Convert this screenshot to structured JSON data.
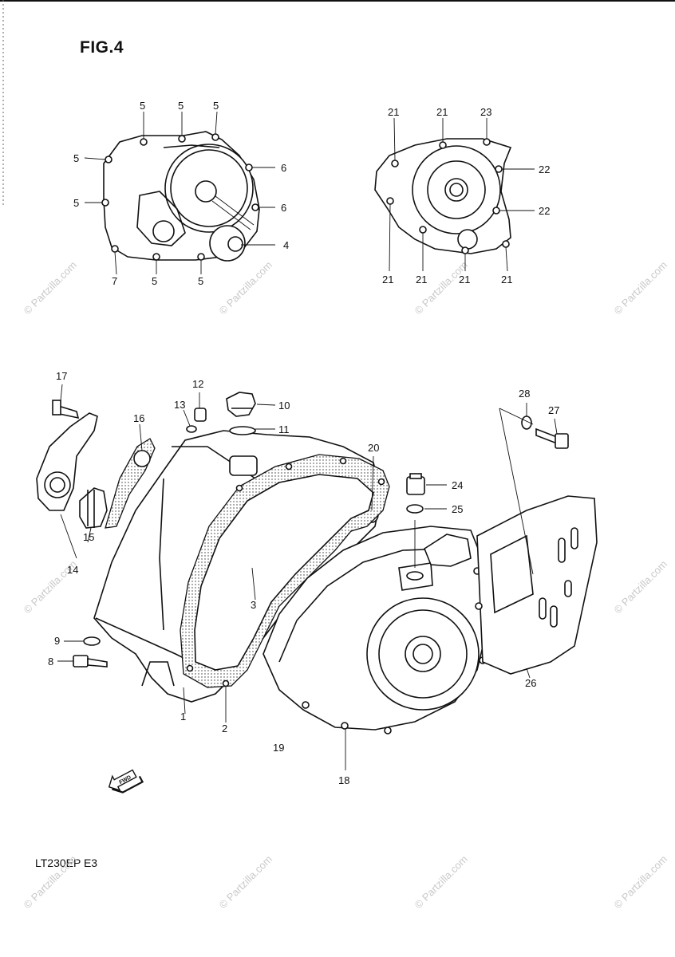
{
  "figure": {
    "title": "FIG.4",
    "model": "LT230EP  E3"
  },
  "watermark": "© Partzilla.com",
  "callouts": [
    "1",
    "2",
    "3",
    "4",
    "5",
    "6",
    "7",
    "8",
    "9",
    "10",
    "11",
    "12",
    "13",
    "14",
    "15",
    "16",
    "17",
    "18",
    "19",
    "20",
    "21",
    "22",
    "23",
    "24",
    "25",
    "26",
    "27",
    "28"
  ],
  "icons": {
    "forward_arrow": "fwd-arrow-icon"
  },
  "colors": {
    "line": "#111111",
    "background": "#ffffff",
    "watermark": "#c9c9c9"
  }
}
